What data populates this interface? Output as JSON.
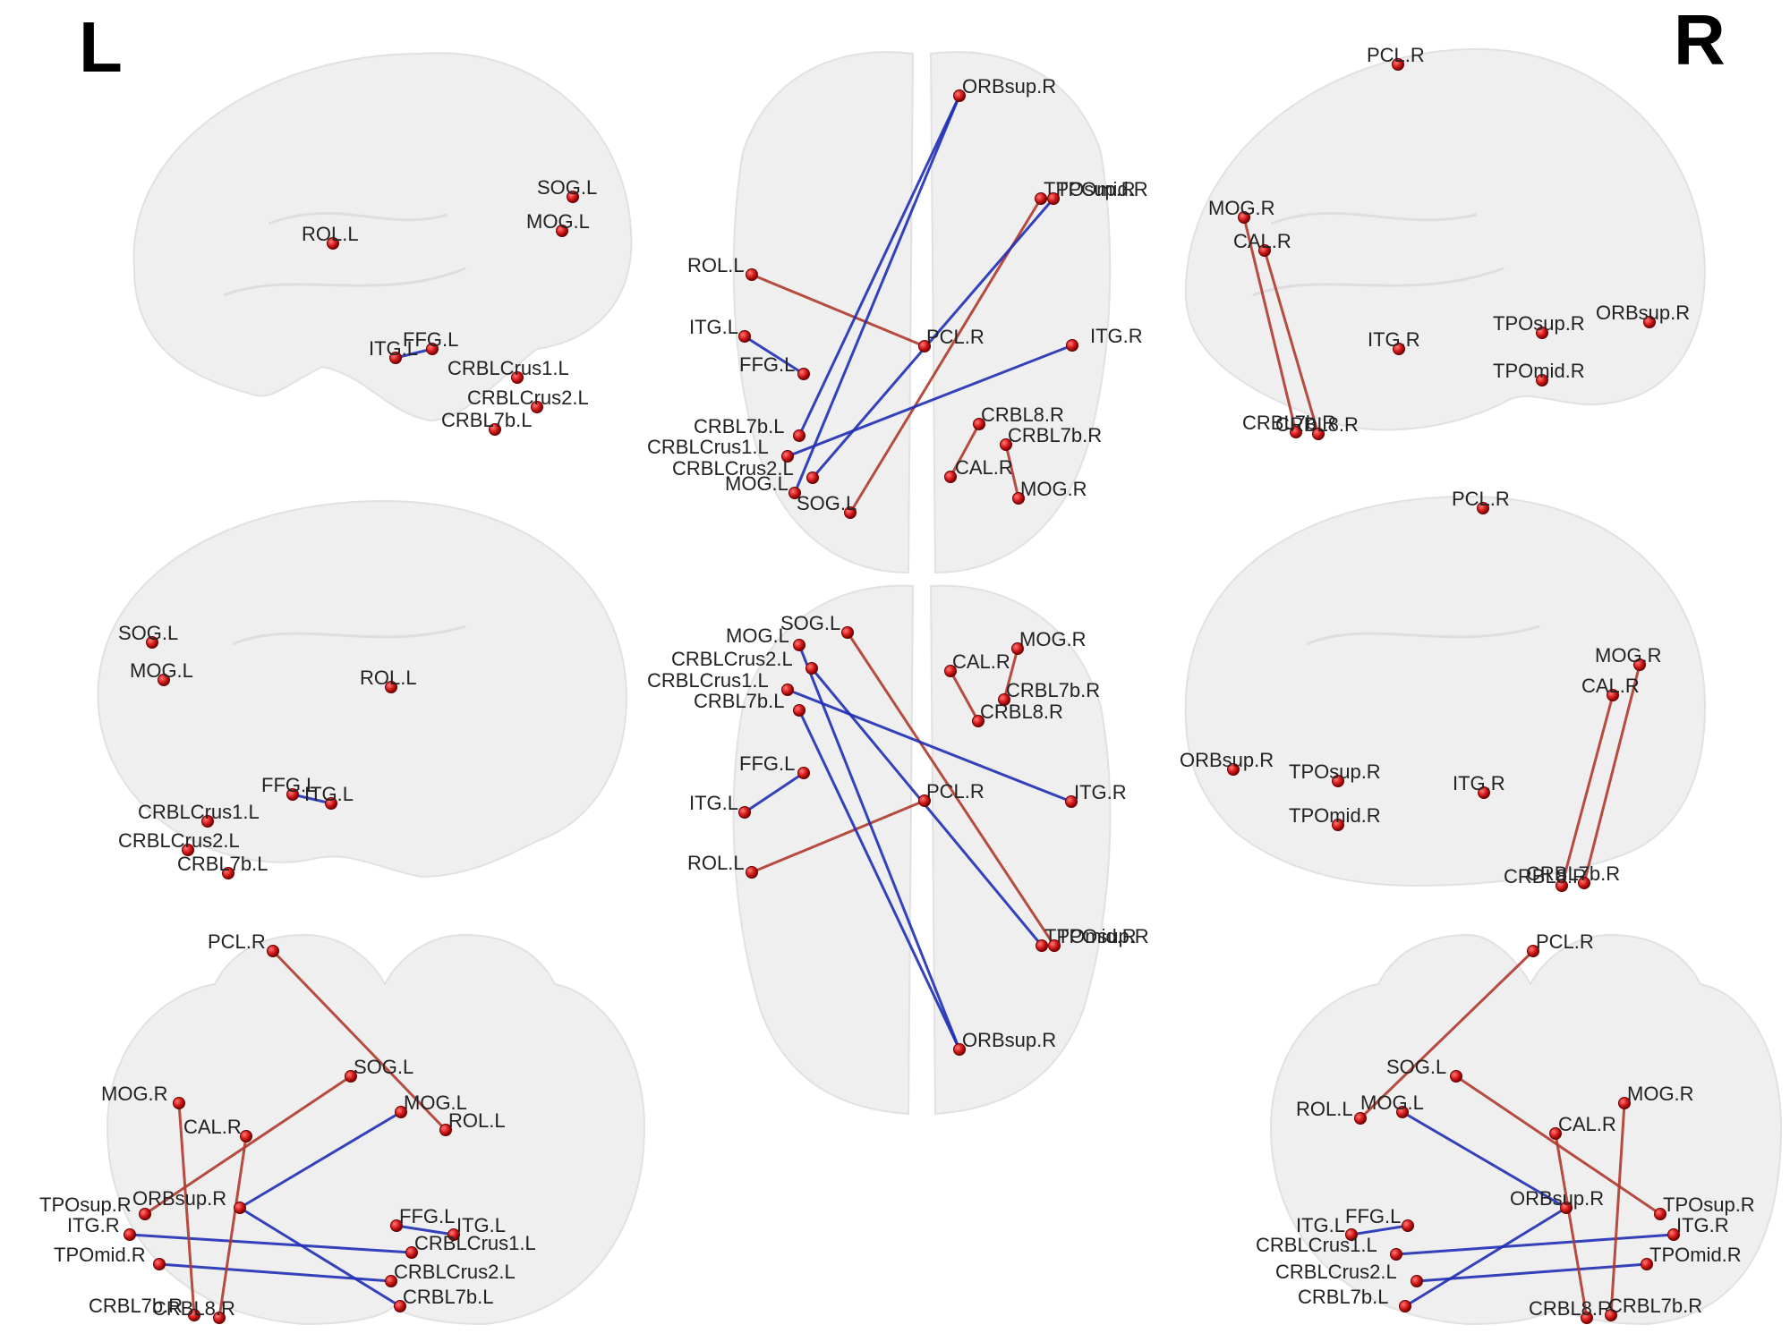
{
  "side_labels": {
    "left": "L",
    "right": "R"
  },
  "colors": {
    "positive_edge": "#b03a2e",
    "negative_edge": "#1f2fb5",
    "node": "#d81b1b",
    "brain": "#eeeeee"
  },
  "views": [
    {
      "id": "lateral-left",
      "nodes": [
        {
          "label": "SOG.L"
        },
        {
          "label": "MOG.L"
        },
        {
          "label": "ROL.L"
        },
        {
          "label": "ITG.L"
        },
        {
          "label": "FFG.L"
        },
        {
          "label": "CRBLCrus1.L"
        },
        {
          "label": "CRBLCrus2.L"
        },
        {
          "label": "CRBL7b.L"
        }
      ]
    },
    {
      "id": "axial-top",
      "nodes": [
        {
          "label": "ORBsup.R"
        },
        {
          "label": "TPOsup.R"
        },
        {
          "label": "TPOmid.R"
        },
        {
          "label": "ROL.L"
        },
        {
          "label": "ITG.L"
        },
        {
          "label": "PCL.R"
        },
        {
          "label": "ITG.R"
        },
        {
          "label": "FFG.L"
        },
        {
          "label": "CRBL7b.L"
        },
        {
          "label": "CRBLCrus1.L"
        },
        {
          "label": "CRBLCrus2.L"
        },
        {
          "label": "MOG.L"
        },
        {
          "label": "SOG.L"
        },
        {
          "label": "CRBL8.R"
        },
        {
          "label": "CRBL7b.R"
        },
        {
          "label": "CAL.R"
        },
        {
          "label": "MOG.R"
        }
      ]
    },
    {
      "id": "lateral-right",
      "nodes": [
        {
          "label": "PCL.R"
        },
        {
          "label": "MOG.R"
        },
        {
          "label": "CAL.R"
        },
        {
          "label": "ITG.R"
        },
        {
          "label": "TPOsup.R"
        },
        {
          "label": "ORBsup.R"
        },
        {
          "label": "TPOmid.R"
        },
        {
          "label": "CRBL7b.R"
        },
        {
          "label": "CRBL8.R"
        }
      ]
    },
    {
      "id": "medial-left",
      "nodes": [
        {
          "label": "SOG.L"
        },
        {
          "label": "MOG.L"
        },
        {
          "label": "ROL.L"
        },
        {
          "label": "FFG.L"
        },
        {
          "label": "ITG.L"
        },
        {
          "label": "CRBLCrus1.L"
        },
        {
          "label": "CRBLCrus2.L"
        },
        {
          "label": "CRBL7b.L"
        }
      ]
    },
    {
      "id": "axial-bottom",
      "nodes": [
        {
          "label": "SOG.L"
        },
        {
          "label": "MOG.L"
        },
        {
          "label": "CRBLCrus2.L"
        },
        {
          "label": "CRBLCrus1.L"
        },
        {
          "label": "CRBL7b.L"
        },
        {
          "label": "MOG.R"
        },
        {
          "label": "CAL.R"
        },
        {
          "label": "CRBL7b.R"
        },
        {
          "label": "CRBL8.R"
        },
        {
          "label": "FFG.L"
        },
        {
          "label": "ITG.L"
        },
        {
          "label": "PCL.R"
        },
        {
          "label": "ITG.R"
        },
        {
          "label": "ROL.L"
        },
        {
          "label": "TPOmid.R"
        },
        {
          "label": "TPOsup.R"
        },
        {
          "label": "ORBsup.R"
        }
      ]
    },
    {
      "id": "medial-right",
      "nodes": [
        {
          "label": "PCL.R"
        },
        {
          "label": "MOG.R"
        },
        {
          "label": "CAL.R"
        },
        {
          "label": "ORBsup.R"
        },
        {
          "label": "TPOsup.R"
        },
        {
          "label": "ITG.R"
        },
        {
          "label": "TPOmid.R"
        },
        {
          "label": "CRBL8.R"
        },
        {
          "label": "CRBL7b.R"
        }
      ]
    },
    {
      "id": "coronal-left",
      "nodes": [
        {
          "label": "PCL.R"
        },
        {
          "label": "SOG.L"
        },
        {
          "label": "MOG.R"
        },
        {
          "label": "CAL.R"
        },
        {
          "label": "MOG.L"
        },
        {
          "label": "ROL.L"
        },
        {
          "label": "ORBsup.R"
        },
        {
          "label": "TPOsup.R"
        },
        {
          "label": "ITG.R"
        },
        {
          "label": "TPOmid.R"
        },
        {
          "label": "FFG.L"
        },
        {
          "label": "ITG.L"
        },
        {
          "label": "CRBLCrus1.L"
        },
        {
          "label": "CRBLCrus2.L"
        },
        {
          "label": "CRBL7b.L"
        },
        {
          "label": "CRBL7b.R"
        },
        {
          "label": "CRBL8.R"
        }
      ]
    },
    {
      "id": "coronal-right",
      "nodes": [
        {
          "label": "PCL.R"
        },
        {
          "label": "SOG.L"
        },
        {
          "label": "MOG.R"
        },
        {
          "label": "ROL.L"
        },
        {
          "label": "MOG.L"
        },
        {
          "label": "CAL.R"
        },
        {
          "label": "ORBsup.R"
        },
        {
          "label": "TPOsup.R"
        },
        {
          "label": "ITG.R"
        },
        {
          "label": "ITG.L"
        },
        {
          "label": "FFG.L"
        },
        {
          "label": "CRBLCrus1.L"
        },
        {
          "label": "TPOmid.R"
        },
        {
          "label": "CRBLCrus2.L"
        },
        {
          "label": "CRBL7b.L"
        },
        {
          "label": "CRBL8.R"
        },
        {
          "label": "CRBL7b.R"
        }
      ]
    }
  ],
  "edges": [
    {
      "a": "ROL.L",
      "b": "PCL.R",
      "sign": "positive"
    },
    {
      "a": "SOG.L",
      "b": "TPOsup.R",
      "sign": "positive"
    },
    {
      "a": "CRBLCrus2.L",
      "b": "TPOmid.R",
      "sign": "negative"
    },
    {
      "a": "MOG.L",
      "b": "ORBsup.R",
      "sign": "negative"
    },
    {
      "a": "CRBL7b.L",
      "b": "ORBsup.R",
      "sign": "negative"
    },
    {
      "a": "CRBLCrus1.L",
      "b": "ITG.R",
      "sign": "negative"
    },
    {
      "a": "ITG.L",
      "b": "FFG.L",
      "sign": "negative"
    },
    {
      "a": "CRBL8.R",
      "b": "CAL.R",
      "sign": "positive"
    },
    {
      "a": "CRBL7b.R",
      "b": "MOG.R",
      "sign": "positive"
    }
  ]
}
